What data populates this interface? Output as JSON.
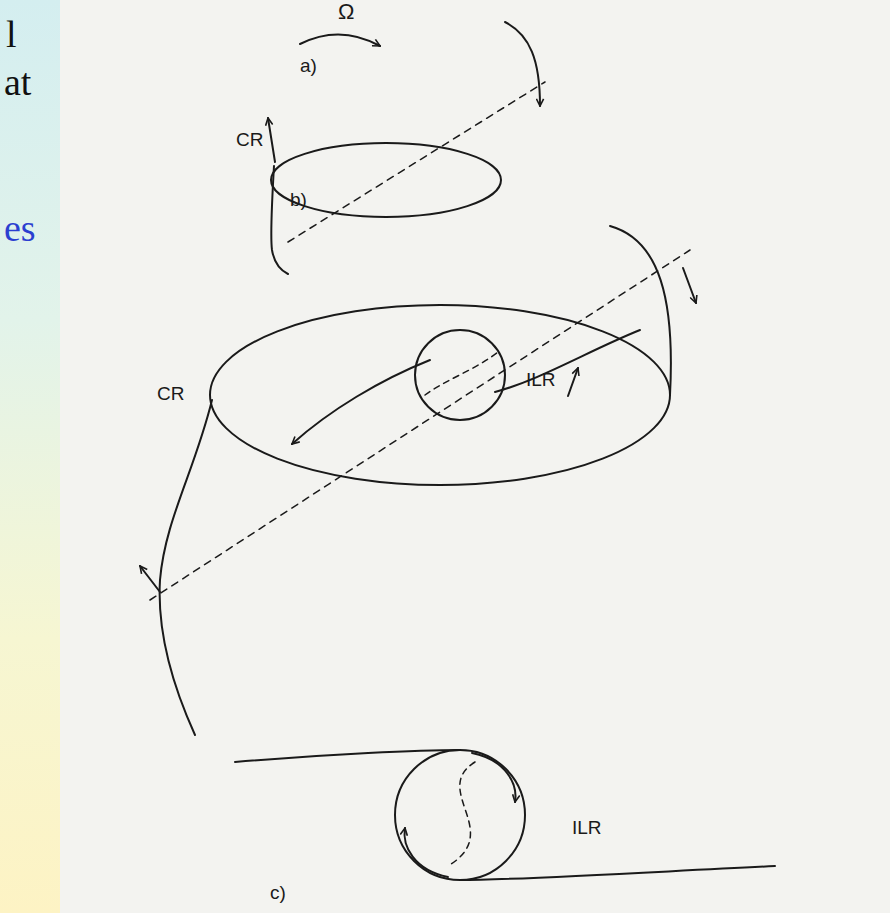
{
  "diagram": {
    "labels": [
      "l",
      "at",
      "es",
      "Ω",
      "a)",
      "CR",
      "b)",
      "CR",
      "ILR",
      "ILR",
      "c)"
    ]
  }
}
